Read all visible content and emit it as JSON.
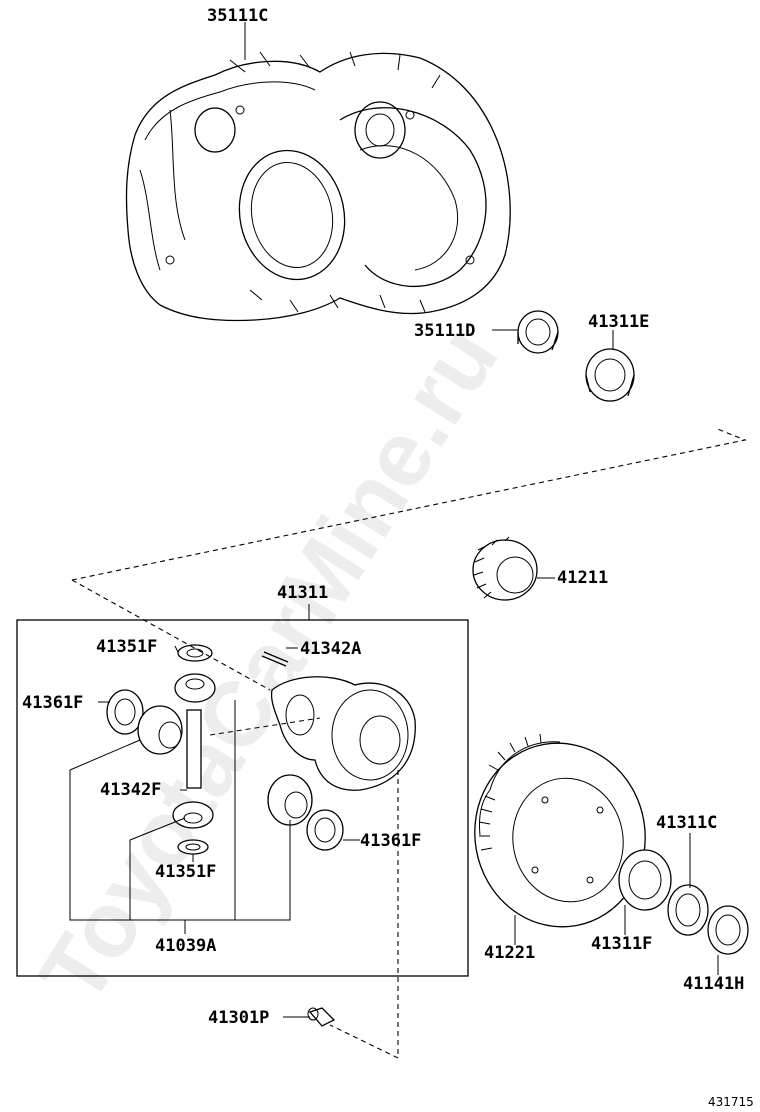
{
  "watermark": "ToyotaCarMine.ru",
  "diagram_code": "431715",
  "parts": {
    "p35111C": "35111C",
    "p35111D": "35111D",
    "p41311E": "41311E",
    "p41211": "41211",
    "p41311": "41311",
    "p41351F_top": "41351F",
    "p41342A": "41342A",
    "p41361F_left": "41361F",
    "p41342F": "41342F",
    "p41361F_right": "41361F",
    "p41351F_bottom": "41351F",
    "p41039A": "41039A",
    "p41301P": "41301P",
    "p41221": "41221",
    "p41311C": "41311C",
    "p41311F": "41311F",
    "p41141H": "41141H"
  }
}
